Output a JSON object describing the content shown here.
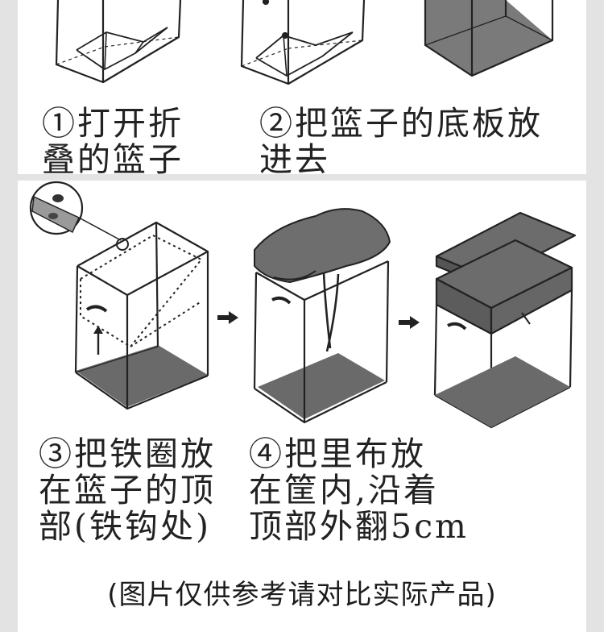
{
  "steps": [
    {
      "id": "step1",
      "lines": [
        "①打开折",
        "叠的篮子"
      ]
    },
    {
      "id": "step2",
      "lines": [
        "②把篮子的底板放",
        "进去"
      ]
    },
    {
      "id": "step3",
      "lines": [
        "③把铁圈放",
        "在篮子的顶",
        "部(铁钩处)"
      ]
    },
    {
      "id": "step4",
      "lines": [
        "④把里布放",
        "在筐内,沿着",
        "顶部外翻5cm"
      ]
    }
  ],
  "disclaimer": "(图片仅供参考请对比实际产品)",
  "illustrations": [
    {
      "name": "unfold-basket-illustration",
      "icon": "open-folded-basket"
    },
    {
      "name": "insert-base-board-illustration",
      "icon": "basket-with-base-board"
    },
    {
      "name": "base-board-result-illustration",
      "icon": "basket-with-gray-bottom"
    },
    {
      "name": "iron-ring-illustration",
      "icon": "basket-with-ring-and-hook-detail"
    },
    {
      "name": "liner-inserted-illustration",
      "icon": "basket-with-liner"
    },
    {
      "name": "finished-basket-illustration",
      "icon": "finished-basket-with-lid"
    }
  ],
  "arrows": [
    "right-arrow-icon",
    "right-arrow-icon"
  ],
  "colors": {
    "background": "#e3e3e3",
    "card": "#ffffff",
    "line": "#222222",
    "fill": "#6d6d6d"
  }
}
